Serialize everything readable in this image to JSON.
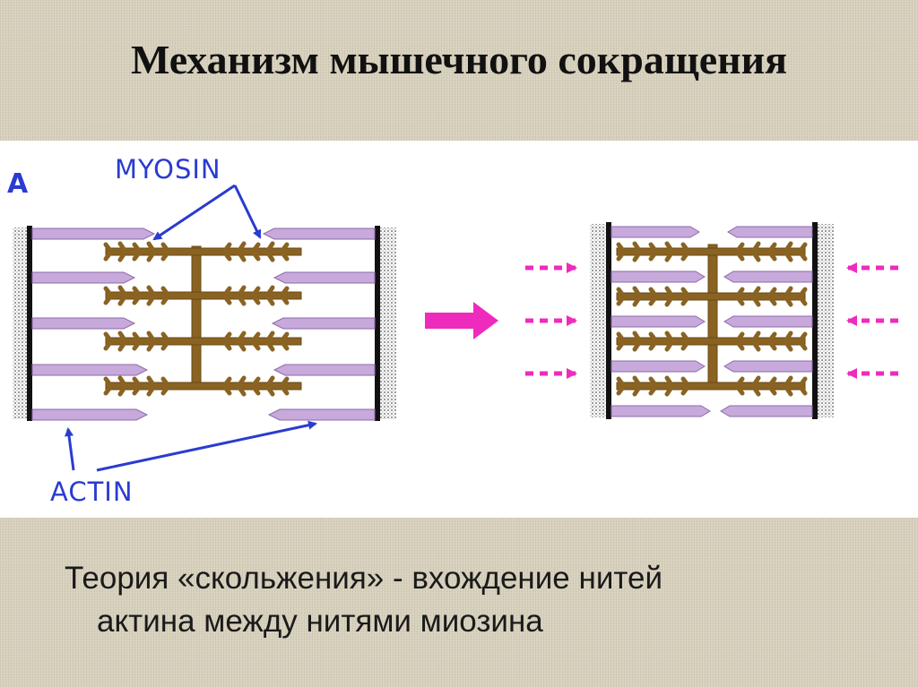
{
  "slide": {
    "title": "Механизм мышечного сокращения",
    "caption_line1": "Теория «скольжения» - вхождение нитей",
    "caption_line2": "актина между нитями миозина"
  },
  "figure": {
    "panel_label": "A",
    "myosin_label": "MYOSIN",
    "actin_label": "ACTIN"
  },
  "colors": {
    "actin": "#c7a9dc",
    "actin_outline": "#8d6aa8",
    "myosin": "#8a6323",
    "label": "#2a3bd0",
    "arrow": "#ee2bbd"
  }
}
